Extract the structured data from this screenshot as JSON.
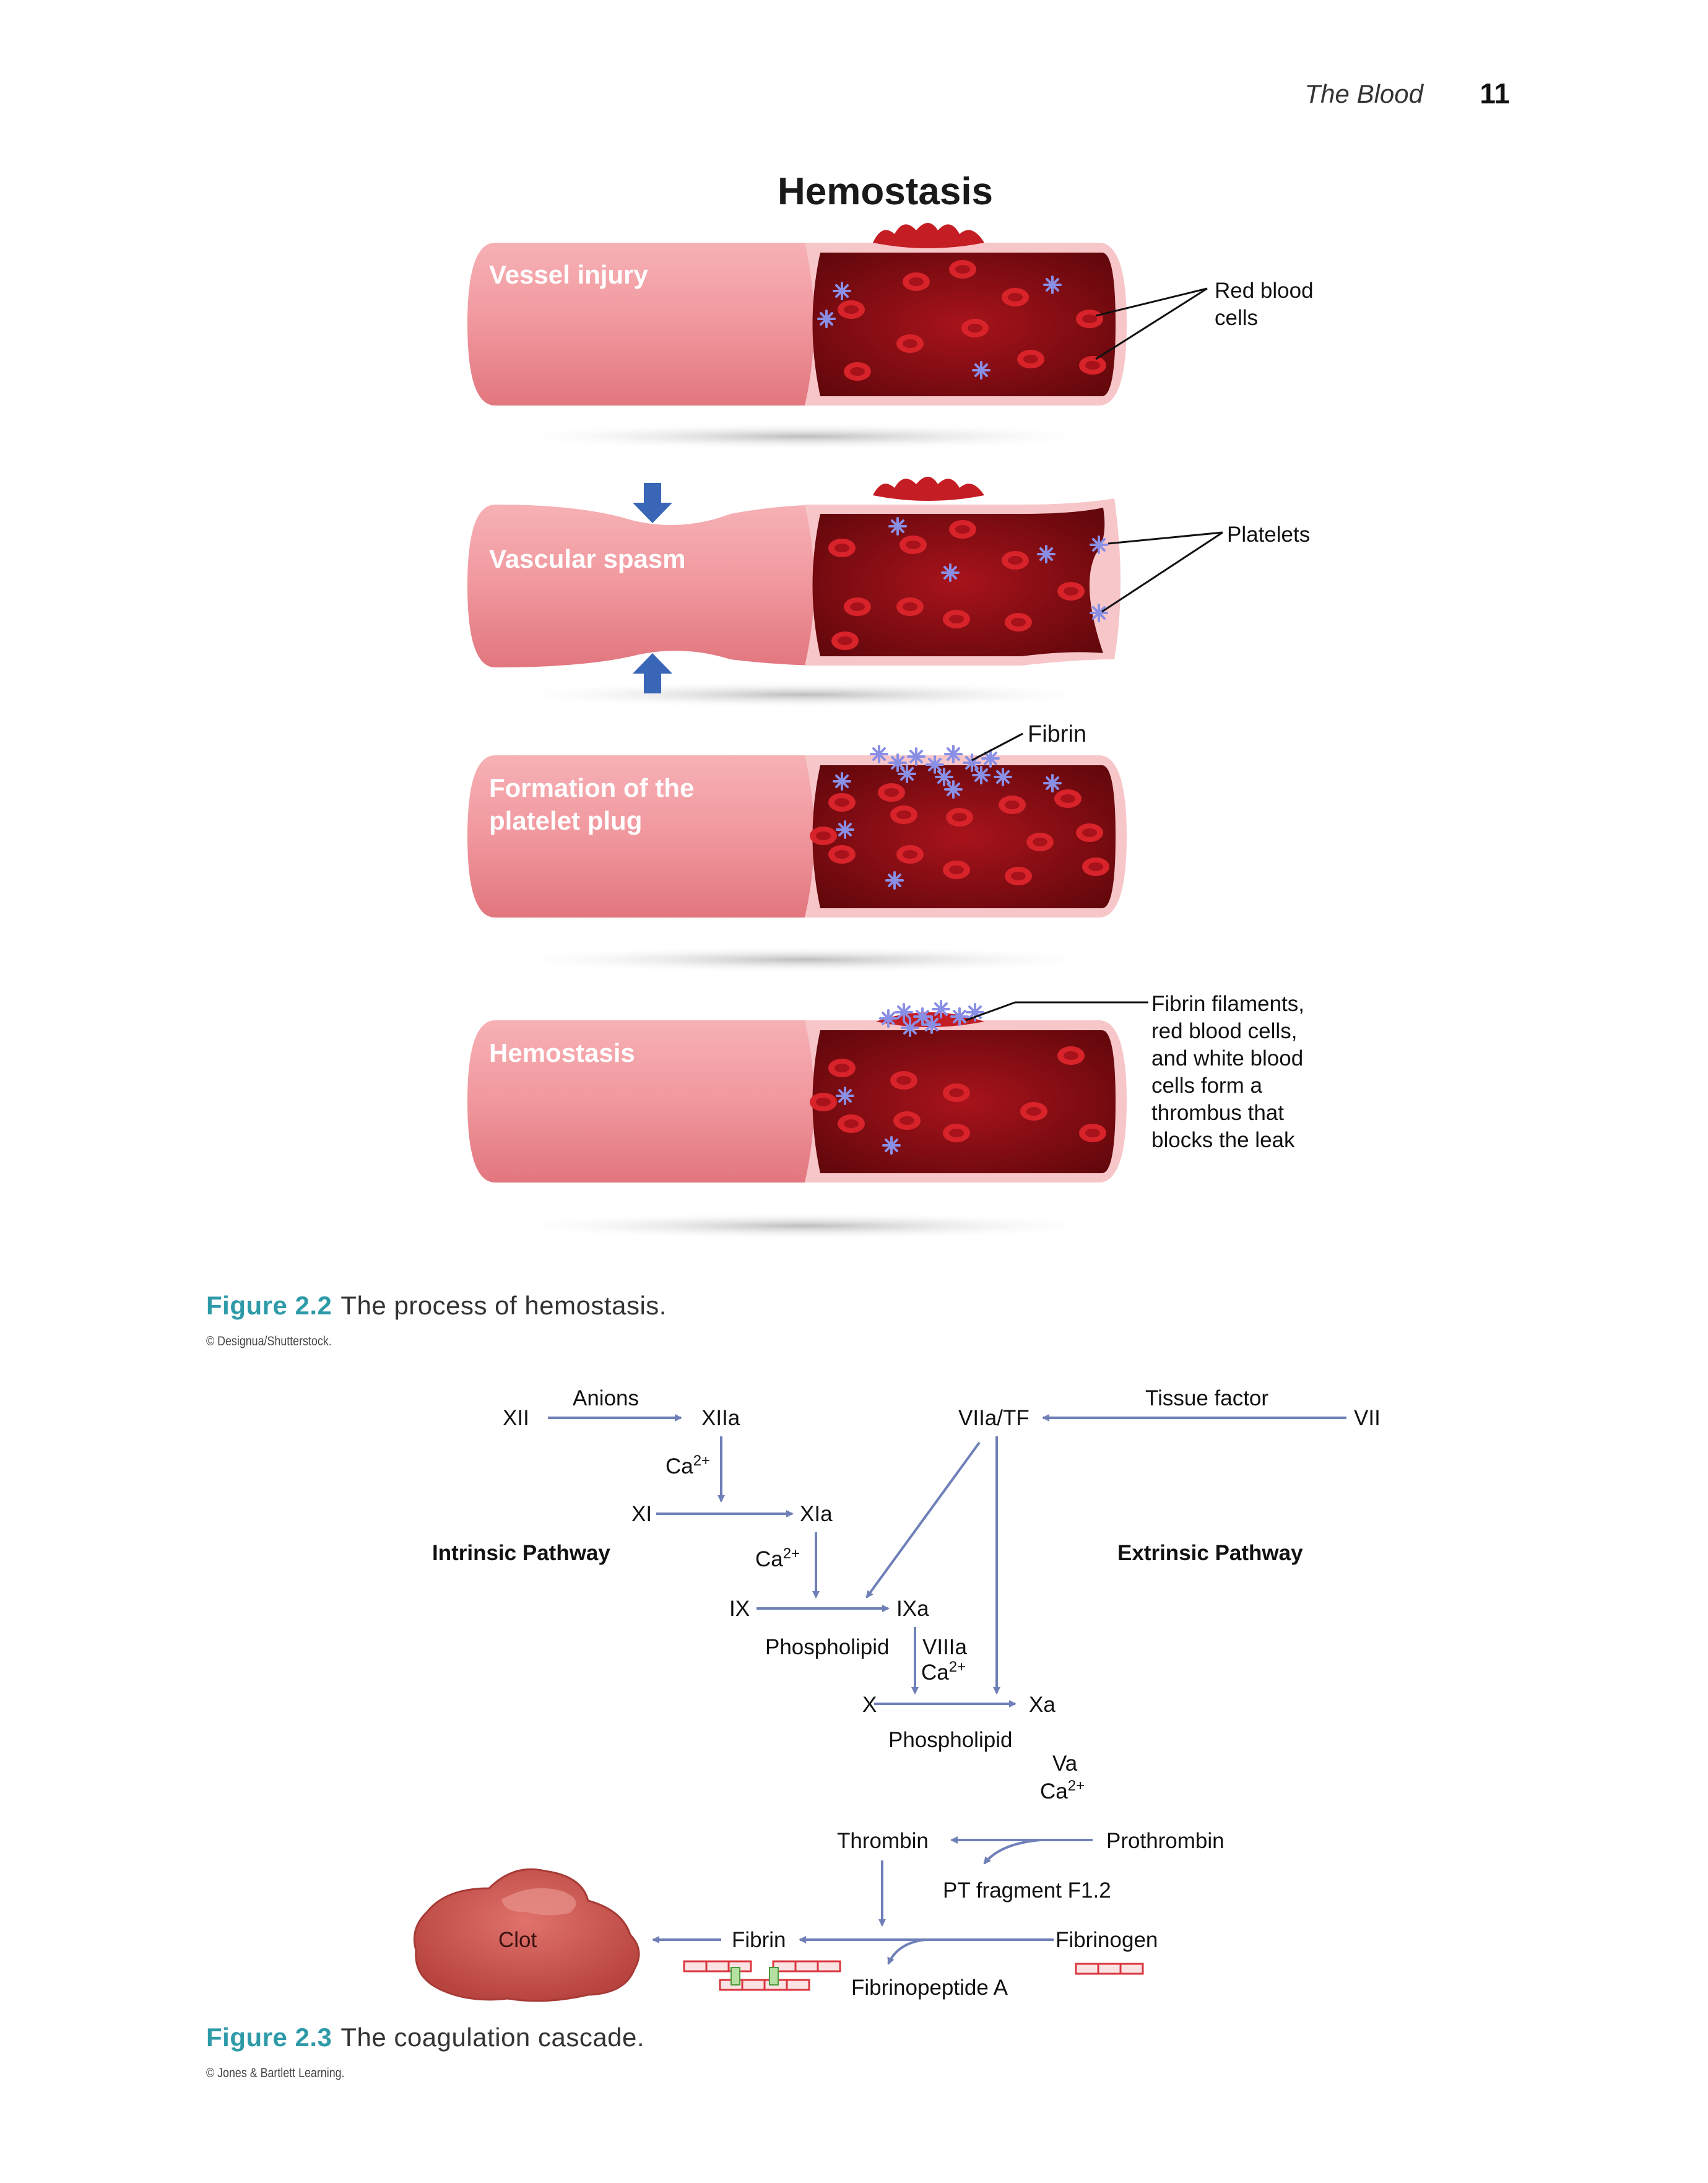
{
  "header": {
    "running_title": "The Blood",
    "page_number": "11"
  },
  "figure_2_2": {
    "title": "Hemostasis",
    "stages": [
      {
        "label_lines": [
          "Vessel injury"
        ]
      },
      {
        "label_lines": [
          "Vascular spasm"
        ]
      },
      {
        "label_lines": [
          "Formation of the",
          "platelet plug"
        ]
      },
      {
        "label_lines": [
          "Hemostasis"
        ]
      }
    ],
    "callouts": {
      "rbc": [
        "Red blood",
        "cells"
      ],
      "platelets": [
        "Platelets"
      ],
      "fibrin": [
        "Fibrin"
      ],
      "thrombus": [
        "Fibrin filaments,",
        "red blood cells,",
        "and white blood",
        "cells form a",
        "thrombus that",
        "blocks the leak"
      ]
    },
    "caption_label": "Figure 2.2",
    "caption_text": "The process of hemostasis.",
    "credit": "© Designua/Shutterstock."
  },
  "figure_2_3": {
    "nodes": {
      "xii": "XII",
      "xiia": "XIIa",
      "anions": "Anions",
      "ca1_base": "Ca",
      "ca1_sup": "2+",
      "xi": "XI",
      "xia": "XIa",
      "ca2_base": "Ca",
      "ca2_sup": "2+",
      "ix": "IX",
      "ixa": "IXa",
      "phospholipid1": "Phospholipid",
      "viiia": "VIIIa",
      "ca3_base": "Ca",
      "ca3_sup": "2+",
      "x": "X",
      "xa": "Xa",
      "phospholipid2": "Phospholipid",
      "va": "Va",
      "ca4_base": "Ca",
      "ca4_sup": "2+",
      "viia_tf": "VIIa/TF",
      "tissue_factor": "Tissue factor",
      "vii": "VII",
      "intrinsic": "Intrinsic Pathway",
      "extrinsic": "Extrinsic Pathway",
      "thrombin": "Thrombin",
      "prothrombin": "Prothrombin",
      "pt_fragment": "PT fragment F1.2",
      "fibrin": "Fibrin",
      "fibrinogen": "Fibrinogen",
      "fibrinopeptide": "Fibrinopeptide A",
      "clot": "Clot"
    },
    "caption_label": "Figure 2.3",
    "caption_text": "The coagulation cascade.",
    "credit": "© Jones & Bartlett Learning."
  },
  "colors": {
    "accent": "#2e9aa8",
    "arrow": "#6f80b8",
    "vessel": "#ef8f95",
    "blood": "#8b0e14",
    "rbc": "#d8232a",
    "platelet": "#7b80d8",
    "spasm_arrow": "#3a66b8",
    "clot": "#c9524d"
  }
}
